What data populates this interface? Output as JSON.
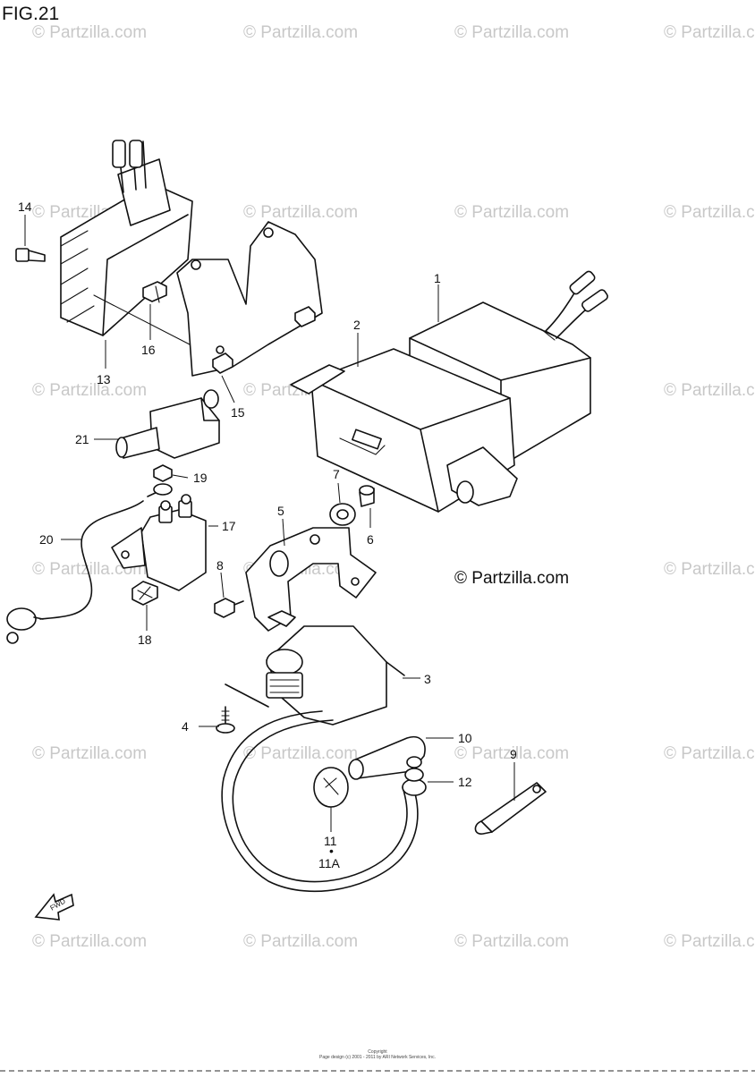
{
  "figure": {
    "title": "FIG.21"
  },
  "watermark": {
    "text": "© Partzilla.com"
  },
  "brand": {
    "text": "© Partzilla.com"
  },
  "fwd_label": "FWD",
  "callouts": [
    "1",
    "2",
    "3",
    "4",
    "5",
    "6",
    "7",
    "8",
    "9",
    "10",
    "11",
    "11A",
    "12",
    "13",
    "14",
    "15",
    "16",
    "17",
    "18",
    "19",
    "20",
    "21"
  ],
  "footer": {
    "line1": "Copyright",
    "line2": "Page design (c) 2001 - 2011 by ARI Network Services, Inc."
  }
}
